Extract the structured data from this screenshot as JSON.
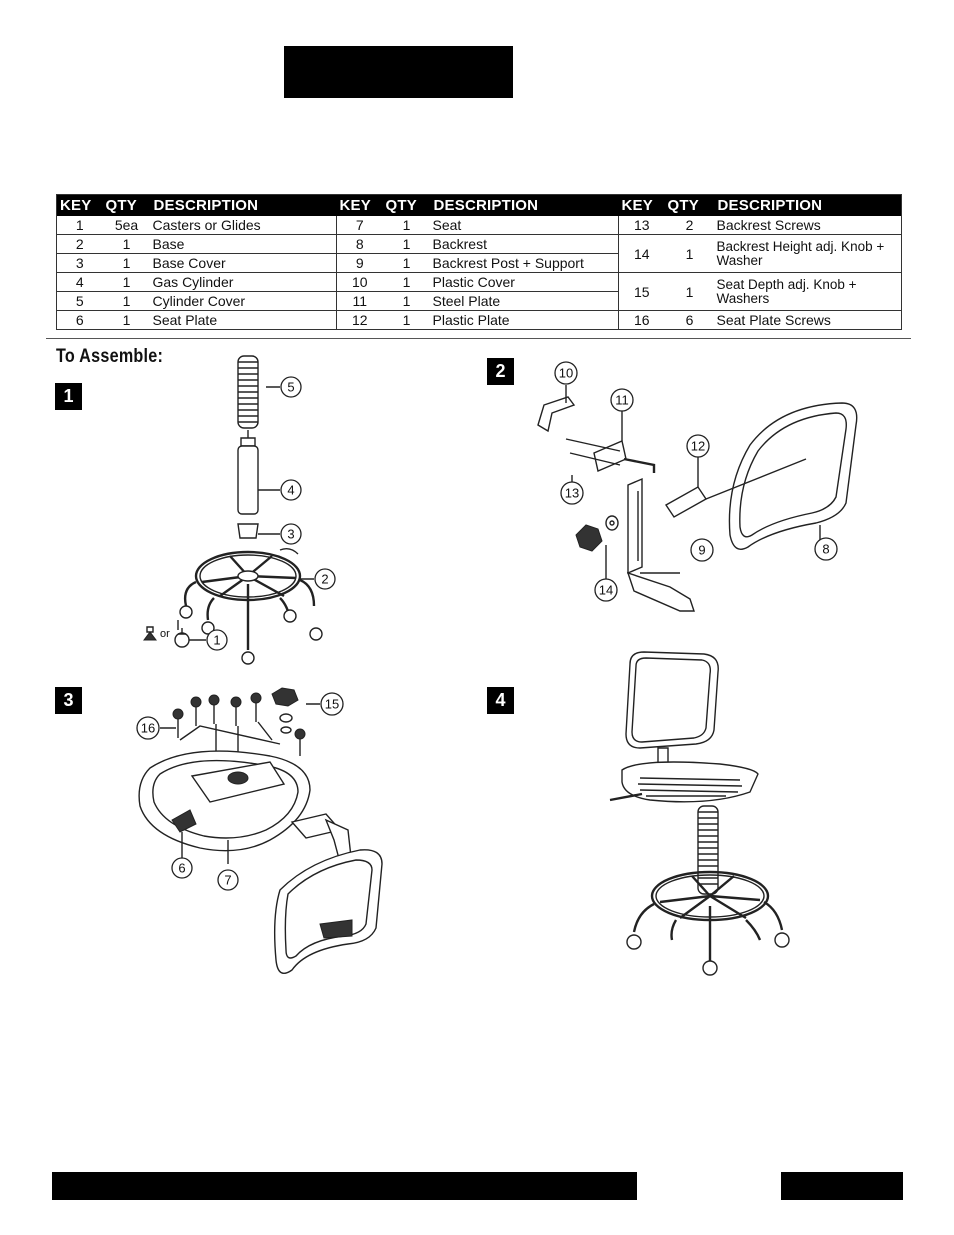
{
  "table": {
    "headers": {
      "key": "KEY",
      "qty": "QTY",
      "description": "DESCRIPTION"
    },
    "rows": [
      {
        "c1": {
          "key": "1",
          "qty": "5ea",
          "desc": "Casters or Glides"
        },
        "c2": {
          "key": "7",
          "qty": "1",
          "desc": "Seat"
        },
        "c3": {
          "key": "13",
          "qty": "2",
          "desc": "Backrest Screws"
        }
      },
      {
        "c1": {
          "key": "2",
          "qty": "1",
          "desc": "Base"
        },
        "c2": {
          "key": "8",
          "qty": "1",
          "desc": "Backrest"
        },
        "c3": {
          "key": "14",
          "qty": "1",
          "desc": "Backrest Height adj. Knob + Washer"
        }
      },
      {
        "c1": {
          "key": "3",
          "qty": "1",
          "desc": "Base Cover"
        },
        "c2": {
          "key": "9",
          "qty": "1",
          "desc": "Backrest Post + Support"
        }
      },
      {
        "c1": {
          "key": "4",
          "qty": "1",
          "desc": "Gas Cylinder"
        },
        "c2": {
          "key": "10",
          "qty": "1",
          "desc": "Plastic Cover"
        },
        "c3": {
          "key": "15",
          "qty": "1",
          "desc": "Seat Depth adj. Knob + Washers"
        }
      },
      {
        "c1": {
          "key": "5",
          "qty": "1",
          "desc": "Cylinder Cover"
        },
        "c2": {
          "key": "11",
          "qty": "1",
          "desc": "Steel Plate"
        }
      },
      {
        "c1": {
          "key": "6",
          "qty": "1",
          "desc": "Seat Plate"
        },
        "c2": {
          "key": "12",
          "qty": "1",
          "desc": "Plastic Plate"
        },
        "c3": {
          "key": "16",
          "qty": "6",
          "desc": "Seat Plate Screws"
        }
      }
    ]
  },
  "assemble_heading": "To Assemble:",
  "steps": [
    "1",
    "2",
    "3",
    "4"
  ],
  "callouts": {
    "one": "1",
    "two": "2",
    "three": "3",
    "four": "4",
    "five": "5",
    "six": "6",
    "seven": "7",
    "eight": "8",
    "nine": "9",
    "ten": "10",
    "eleven": "11",
    "twelve": "12",
    "thirteen": "13",
    "fourteen": "14",
    "fifteen": "15",
    "sixteen": "16"
  },
  "caster_or": "or"
}
